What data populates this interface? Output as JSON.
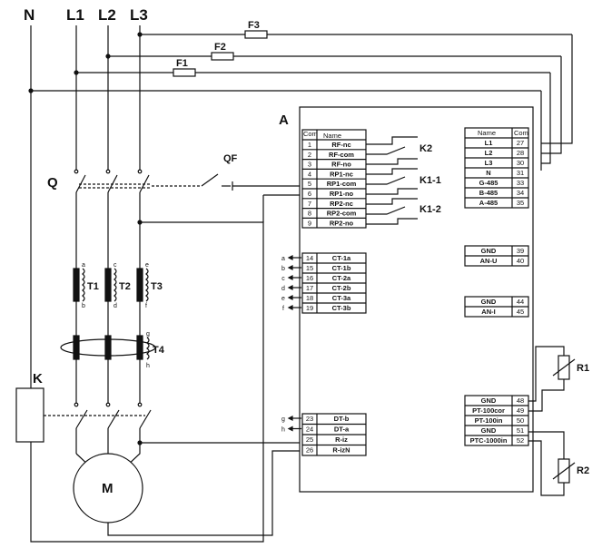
{
  "buses": {
    "n": "N",
    "l1": "L1",
    "l2": "L2",
    "l3": "L3"
  },
  "fuses": {
    "f1": "F1",
    "f2": "F2",
    "f3": "F3"
  },
  "labels": {
    "q": "Q",
    "qf": "QF",
    "k": "K",
    "m": "M",
    "a": "A",
    "t1": "T1",
    "t2": "T2",
    "t3": "T3",
    "t4": "T4",
    "k2": "K2",
    "k11": "K1-1",
    "k12": "K1-2",
    "r1": "R1",
    "r2": "R2"
  },
  "ct_taps": {
    "a": "a",
    "b": "b",
    "c": "c",
    "d": "d",
    "e": "e",
    "f": "f",
    "g": "g",
    "h": "h"
  },
  "relay_table": {
    "head_com": "Com",
    "head_name": "Name",
    "rows": [
      [
        "1",
        "RF-nc"
      ],
      [
        "2",
        "RF-com"
      ],
      [
        "3",
        "RF-no"
      ],
      [
        "4",
        "RP1-nc"
      ],
      [
        "5",
        "RP1-com"
      ],
      [
        "6",
        "RP1-no"
      ],
      [
        "7",
        "RP2-nc"
      ],
      [
        "8",
        "RP2-com"
      ],
      [
        "9",
        "RP2-no"
      ]
    ]
  },
  "ct_table": {
    "rows": [
      [
        "a",
        "14",
        "CT-1a"
      ],
      [
        "b",
        "15",
        "CT-1b"
      ],
      [
        "c",
        "16",
        "CT-2a"
      ],
      [
        "d",
        "17",
        "CT-2b"
      ],
      [
        "e",
        "18",
        "CT-3a"
      ],
      [
        "f",
        "19",
        "CT-3b"
      ]
    ]
  },
  "dt_table": {
    "rows": [
      [
        "g",
        "23",
        "DT-b"
      ],
      [
        "h",
        "24",
        "DT-a"
      ],
      [
        "",
        "25",
        "R-iz"
      ],
      [
        "",
        "26",
        "R-izN"
      ]
    ]
  },
  "power_table": {
    "head_name": "Name",
    "head_com": "Com",
    "rows": [
      [
        "L1",
        "27"
      ],
      [
        "L2",
        "28"
      ],
      [
        "L3",
        "30"
      ],
      [
        "N",
        "31"
      ],
      [
        "G-485",
        "33"
      ],
      [
        "B-485",
        "34"
      ],
      [
        "A-485",
        "35"
      ]
    ]
  },
  "anu_table": {
    "rows": [
      [
        "GND",
        "39"
      ],
      [
        "AN-U",
        "40"
      ]
    ]
  },
  "ani_table": {
    "rows": [
      [
        "GND",
        "44"
      ],
      [
        "AN-I",
        "45"
      ]
    ]
  },
  "pt_table": {
    "rows": [
      [
        "GND",
        "48"
      ],
      [
        "PT-100cor",
        "49"
      ],
      [
        "PT-100in",
        "50"
      ],
      [
        "GND",
        "51"
      ],
      [
        "PTC-1000in",
        "52"
      ]
    ]
  }
}
